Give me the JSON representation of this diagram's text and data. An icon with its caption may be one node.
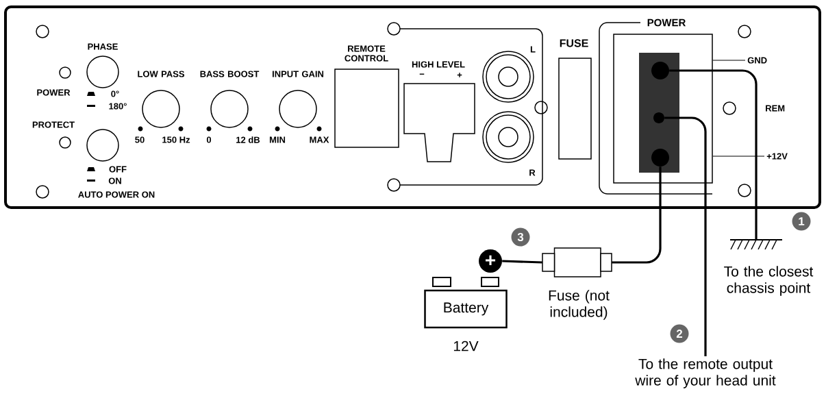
{
  "diagram": {
    "nodes": [
      {
        "text": [
          "POWER"
        ]
      },
      {
        "text": [],
        "shape": "box",
        "in": 0
      },
      {
        "text": [],
        "shape": "box",
        "in": 1
      },
      {
        "text": [],
        "shape": "circle",
        "in": 2
      },
      {
        "text": [],
        "shape": "circle",
        "in": 2
      },
      {
        "text": [],
        "shape": "circle",
        "in": 2
      },
      {
        "text": [
          "GND"
        ]
      },
      {
        "text": [
          "+12V"
        ]
      },
      {
        "text": [],
        "shape": "ground",
        "beside": [
          "To the closest chassis point"
        ]
      },
      {
        "text": [
          "To the remote output wire of your head unit"
        ]
      },
      {
        "text": [],
        "shape": "fuse",
        "beside": [
          "Fuse (not included)"
        ]
      },
      {
        "text": [
          "+"
        ]
      },
      {
        "text": [
          "Battery"
        ],
        "beside": [
          "12V"
        ]
      },
      {
        "text": [],
        "shape": "box"
      },
      {
        "text": [],
        "shape": "box"
      },
      {
        "text": [],
        "shape": "box"
      }
    ],
    "edges": [
      {
        "from": 6,
        "to": 1,
        "arrow": "none"
      },
      {
        "from": 7,
        "to": 1,
        "arrow": "none"
      },
      {
        "from": 3,
        "to": 8,
        "arrow": "none"
      },
      {
        "from": 4,
        "to": 9,
        "arrow": "none"
      },
      {
        "from": 5,
        "to": 10,
        "arrow": "none"
      },
      {
        "from": 10,
        "to": 11,
        "arrow": "none"
      }
    ],
    "labels": [
      "PHASE",
      "POWER",
      "0°",
      "180°",
      "PROTECT",
      "OFF",
      "ON",
      "AUTO POWER ON",
      "LOW PASS",
      "50",
      "150 Hz",
      "BASS BOOST",
      "0",
      "12 dB",
      "INPUT GAIN",
      "MIN",
      "MAX",
      "REMOTE CONTROL",
      "HIGH LEVEL",
      "−",
      "+",
      "L",
      "R",
      "FUSE",
      "REM",
      "3",
      "1",
      "2"
    ]
  }
}
